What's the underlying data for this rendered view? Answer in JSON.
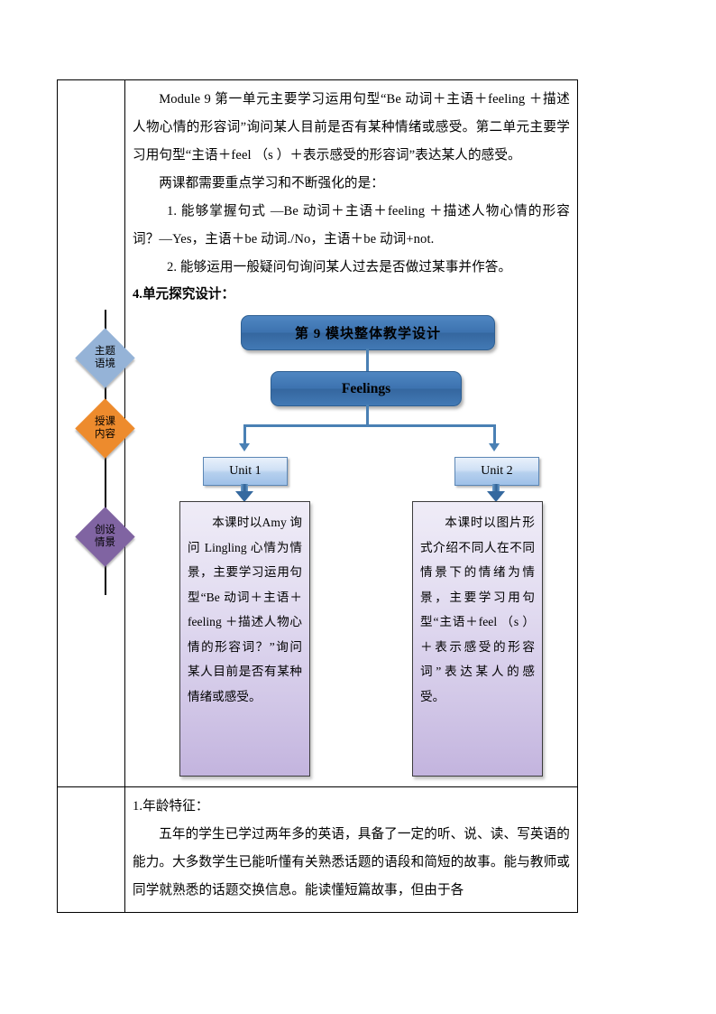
{
  "document": {
    "table": {
      "rows": [
        {
          "left_cell": "",
          "paragraphs": [
            "Module 9 第一单元主要学习运用句型“Be 动词＋主语＋feeling ＋描述人物心情的形容词”询问某人目前是否有某种情绪或感受。第二单元主要学习用句型“主语＋feel （s ）＋表示感受的形容词”表达某人的感受。",
            "两课都需要重点学习和不断强化的是：",
            "1. 能够掌握句式 —Be 动词＋主语＋feeling ＋描述人物心情的形容词？—Yes，主语＋be 动词./No，主语＋be 动词+not.",
            "2. 能够运用一般疑问句询问某人过去是否做过某事并作答。"
          ],
          "section_heading": "4.单元探究设计："
        },
        {
          "left_cell": "",
          "paragraphs": [
            "1.年龄特征：",
            "五年的学生已学过两年多的英语，具备了一定的听、说、读、写英语的能力。大多数学生已能听懂有关熟悉话题的语段和简短的故事。能与教师或同学就熟悉的话题交换信息。能读懂短篇故事，但由于各"
          ]
        }
      ]
    }
  },
  "diagram": {
    "title": "第 9 模块整体教学设计",
    "subtitle": "Feelings",
    "units": [
      {
        "label": "Unit 1"
      },
      {
        "label": "Unit 2"
      }
    ],
    "descriptions": [
      "本课时以Amy 询问 Lingling  心情为情景，主要学习运用句型“Be 动词＋主语＋feeling ＋描述人物心情的形容词？”询问某人目前是否有某种情绪或感受。",
      "本课时以图片形式介绍不同人在不同情景下的情绪为情景，主要学习用句型“主语＋feel （s ）＋表示感受的形容词”表达某人的感受。"
    ],
    "rail": [
      {
        "line1": "主题",
        "line2": "语境",
        "color": "#95b3d7"
      },
      {
        "line1": "授课",
        "line2": "内容",
        "color": "#ed8b2d"
      },
      {
        "line1": "创设",
        "line2": "情景",
        "color": "#8064a2"
      }
    ],
    "colors": {
      "header_blue": "#3d73b0",
      "unit_blue": "#b6d0ee",
      "desc_purple": "#d3c9e8",
      "connector": "#4a80b4"
    }
  }
}
